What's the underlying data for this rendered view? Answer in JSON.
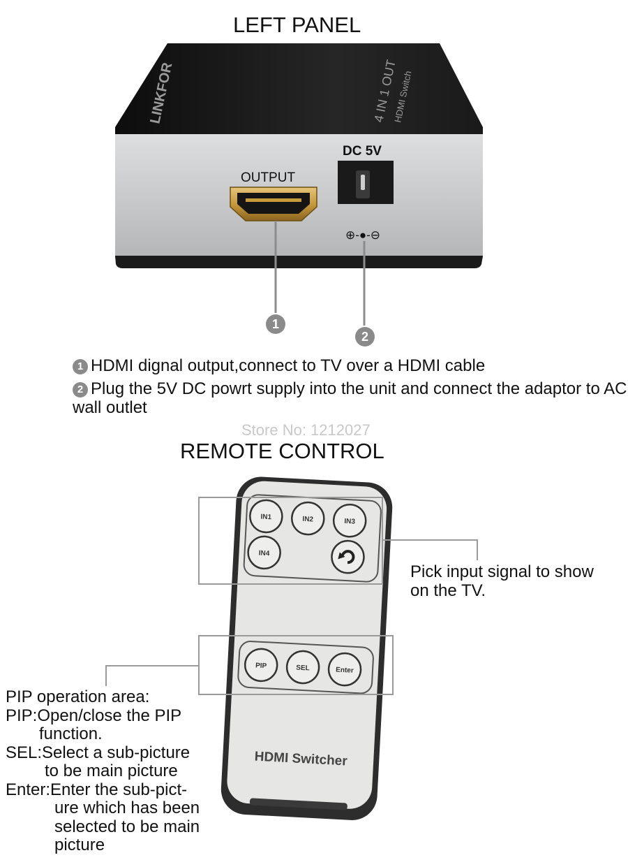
{
  "left_panel": {
    "title": "LEFT PANEL",
    "device_brand": "LINKFOR",
    "device_model": "4 IN 1 OUT",
    "device_subtitle": "HDMI Switch",
    "output_label": "OUTPUT",
    "dc_label": "DC  5V",
    "polarity_symbol": "⊕-●-⊖"
  },
  "callouts": [
    {
      "number": "1",
      "text": "HDMI dignal output,connect to TV over a HDMI cable"
    },
    {
      "number": "2",
      "text": "Plug the 5V DC powrt supply into the unit and connect the adaptor to AC wall outlet"
    }
  ],
  "watermark": "Store No: 1212027",
  "remote": {
    "title": "REMOTE CONTROL",
    "buttons_top": [
      "IN1",
      "IN2",
      "IN3",
      "IN4"
    ],
    "buttons_pip": [
      "PIP",
      "SEL",
      "Enter"
    ],
    "label": "HDMI Switcher",
    "pick_note": [
      "Pick input signal to show",
      "on the TV."
    ],
    "pip_note": {
      "heading": "PIP operation area:",
      "lines": [
        "PIP:Open/close the PIP",
        "function.",
        "SEL:Select a sub-picture",
        "to be main picture",
        "Enter:Enter the sub-pict-",
        "ure which has been",
        "selected to be main",
        "picture"
      ]
    }
  },
  "colors": {
    "device_top": "#1c1c1c",
    "device_face": "#c4c6c8",
    "hdmi_gold": "#c79a3a",
    "badge": "#8a8a8a",
    "remote_body": "#e6e6e4",
    "remote_border": "#2d2d2d",
    "callout_line": "#8c8c8c"
  }
}
